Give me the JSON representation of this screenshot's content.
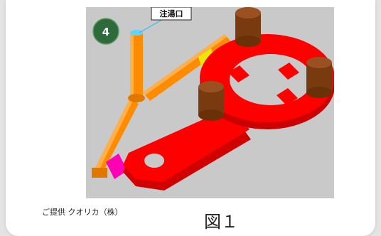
{
  "figure": {
    "step_number": "4",
    "callout_label": "注湯口",
    "credit": "ご提供 クオリカ（株）",
    "caption": "図１"
  },
  "colors": {
    "casting": "#ff0000",
    "gating": "#ff8c00",
    "core_pins": "#7a3a10",
    "pad_yellow": "#e8e800",
    "pad_magenta": "#ff00b4",
    "badge": "#2f6b3a"
  }
}
